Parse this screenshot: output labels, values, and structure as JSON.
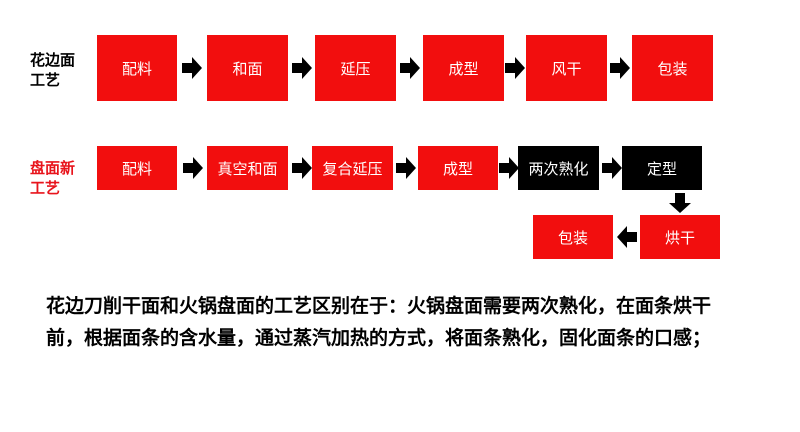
{
  "row1": {
    "label_line1": "花边面",
    "label_line2": "工艺",
    "steps": [
      "配料",
      "和面",
      "延压",
      "成型",
      "风干",
      "包装"
    ]
  },
  "row2": {
    "label_line1": "盘面新",
    "label_line2": "工艺",
    "steps": [
      "配料",
      "真空和面",
      "复合延压",
      "成型",
      "两次熟化",
      "定型"
    ],
    "steps_row3": [
      "包装",
      "烘干"
    ]
  },
  "description": "花边刀削干面和火锅盘面的工艺区别在于：火锅盘面需要两次熟化，在面条烘干前，根据面条的含水量，通过蒸汽加热的方式，将面条熟化，固化面条的口感；",
  "colors": {
    "red": "#f20e0e",
    "black": "#000000",
    "label_red": "#e8141c"
  }
}
